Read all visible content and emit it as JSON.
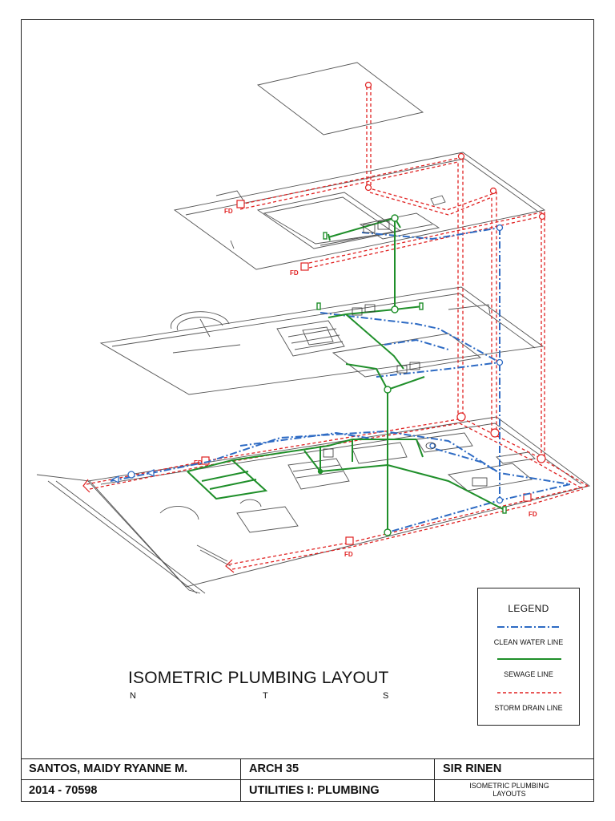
{
  "drawing": {
    "labels": {
      "floor_drain": "FD"
    },
    "colors": {
      "clean_water": "#2e6bc4",
      "sewage": "#1f8f2a",
      "storm_drain": "#e02020",
      "plan_lines": "#555555"
    }
  },
  "legend": {
    "title": "LEGEND",
    "items": [
      {
        "label": "CLEAN WATER LINE",
        "style": "dash-dot",
        "color": "#2e6bc4"
      },
      {
        "label": "SEWAGE LINE",
        "style": "solid",
        "color": "#1f8f2a"
      },
      {
        "label": "STORM DRAIN LINE",
        "style": "dashed",
        "color": "#e02020"
      }
    ]
  },
  "title": {
    "main": "ISOMETRIC PLUMBING LAYOUT",
    "nts": [
      "N",
      "T",
      "S"
    ]
  },
  "title_block": {
    "student_name": "SANTOS, MAIDY RYANNE M.",
    "student_id": "2014 - 70598",
    "course": "ARCH 35",
    "subject": "UTILITIES I: PLUMBING",
    "instructor": "SIR RINEN",
    "sheet_title": "ISOMETRIC PLUMBING LAYOUTS"
  }
}
